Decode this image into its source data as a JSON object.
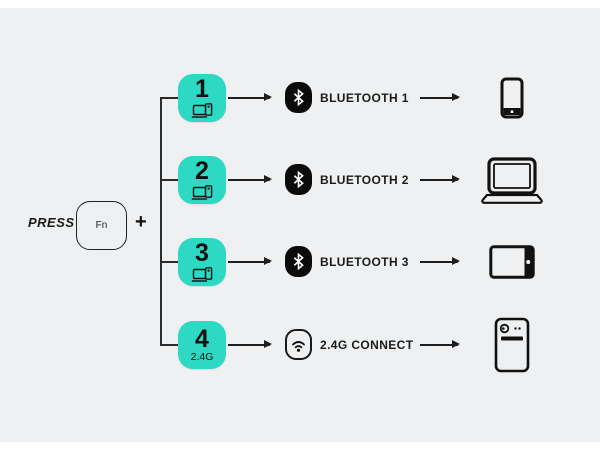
{
  "diagram": {
    "title_semantic": "keyboard-multi-device-pairing-diagram",
    "colors": {
      "accent": "#2ED9C4",
      "ink": "#1A1A1A",
      "panel_background": "#EEF0F1",
      "badge_black": "#0B0B0B"
    },
    "left_cluster": {
      "press_label": "PRESS",
      "fn_key_label": "Fn",
      "plus_label": "+"
    },
    "rows": [
      {
        "key_number": "1",
        "key_sublabel": "",
        "key_icon": "laptop-and-phone-icon",
        "badge_icon": "bluetooth-icon",
        "connection_label": "BLUETOOTH 1",
        "device_icon": "smartphone-icon"
      },
      {
        "key_number": "2",
        "key_sublabel": "",
        "key_icon": "laptop-and-phone-icon",
        "badge_icon": "bluetooth-icon",
        "connection_label": "BLUETOOTH 2",
        "device_icon": "laptop-icon"
      },
      {
        "key_number": "3",
        "key_sublabel": "",
        "key_icon": "laptop-and-phone-icon",
        "badge_icon": "bluetooth-icon",
        "connection_label": "BLUETOOTH 3",
        "device_icon": "tablet-icon"
      },
      {
        "key_number": "4",
        "key_sublabel": "2.4G",
        "key_icon": "",
        "badge_icon": "usb-receiver-wifi-icon",
        "connection_label": "2.4G CONNECT",
        "device_icon": "desktop-tower-icon"
      }
    ]
  }
}
